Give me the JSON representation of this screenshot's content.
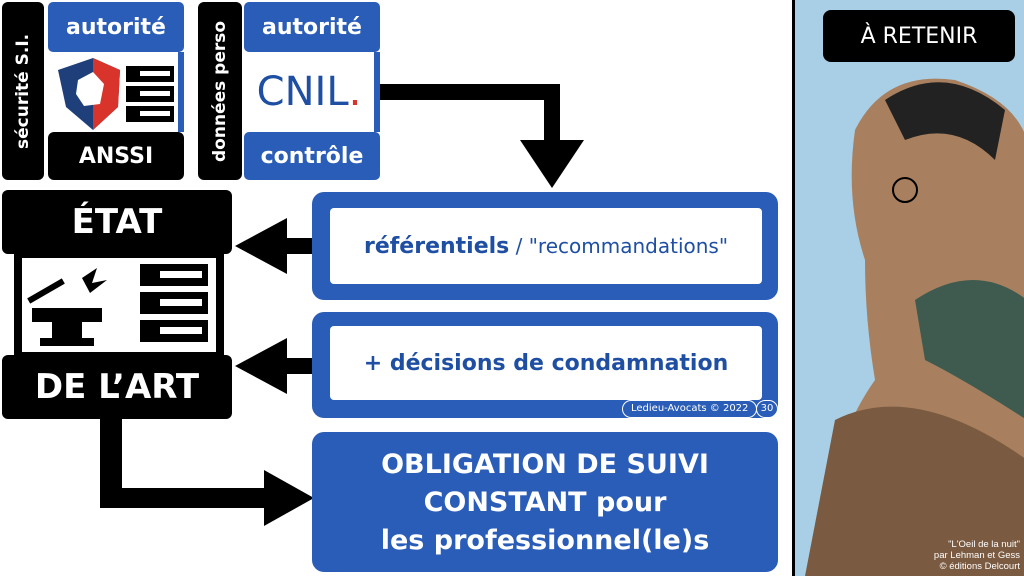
{
  "anssi": {
    "side_label": "sécurité S.I.",
    "top_label": "autorité",
    "name": "ANSSI"
  },
  "cnil": {
    "side_label": "données perso",
    "top_label": "autorité",
    "logo_text": "CNIL",
    "logo_dot": ".",
    "bottom_label": "contrôle"
  },
  "etat_art": {
    "top": "ÉTAT",
    "bottom": "DE L’ART"
  },
  "boxes": {
    "ref_bold": "référentiels",
    "ref_rest": " / \"recommandations\"",
    "decisions": "+ décisions de condamnation",
    "obligation_line1": "OBLIGATION DE SUIVI",
    "obligation_line2": "CONSTANT pour",
    "obligation_line3": "les professionnel(le)s"
  },
  "footer": {
    "copyright": "Ledieu-Avocats © 2022",
    "page": "30"
  },
  "comic": {
    "bubble": "À RETENIR",
    "credit1": "\"L'Oeil de la nuit\"",
    "credit2": "par Lehman et Gess",
    "credit3": "©  éditions Delcourt"
  },
  "colors": {
    "blue": "#2a5db7",
    "red": "#d8342b"
  }
}
